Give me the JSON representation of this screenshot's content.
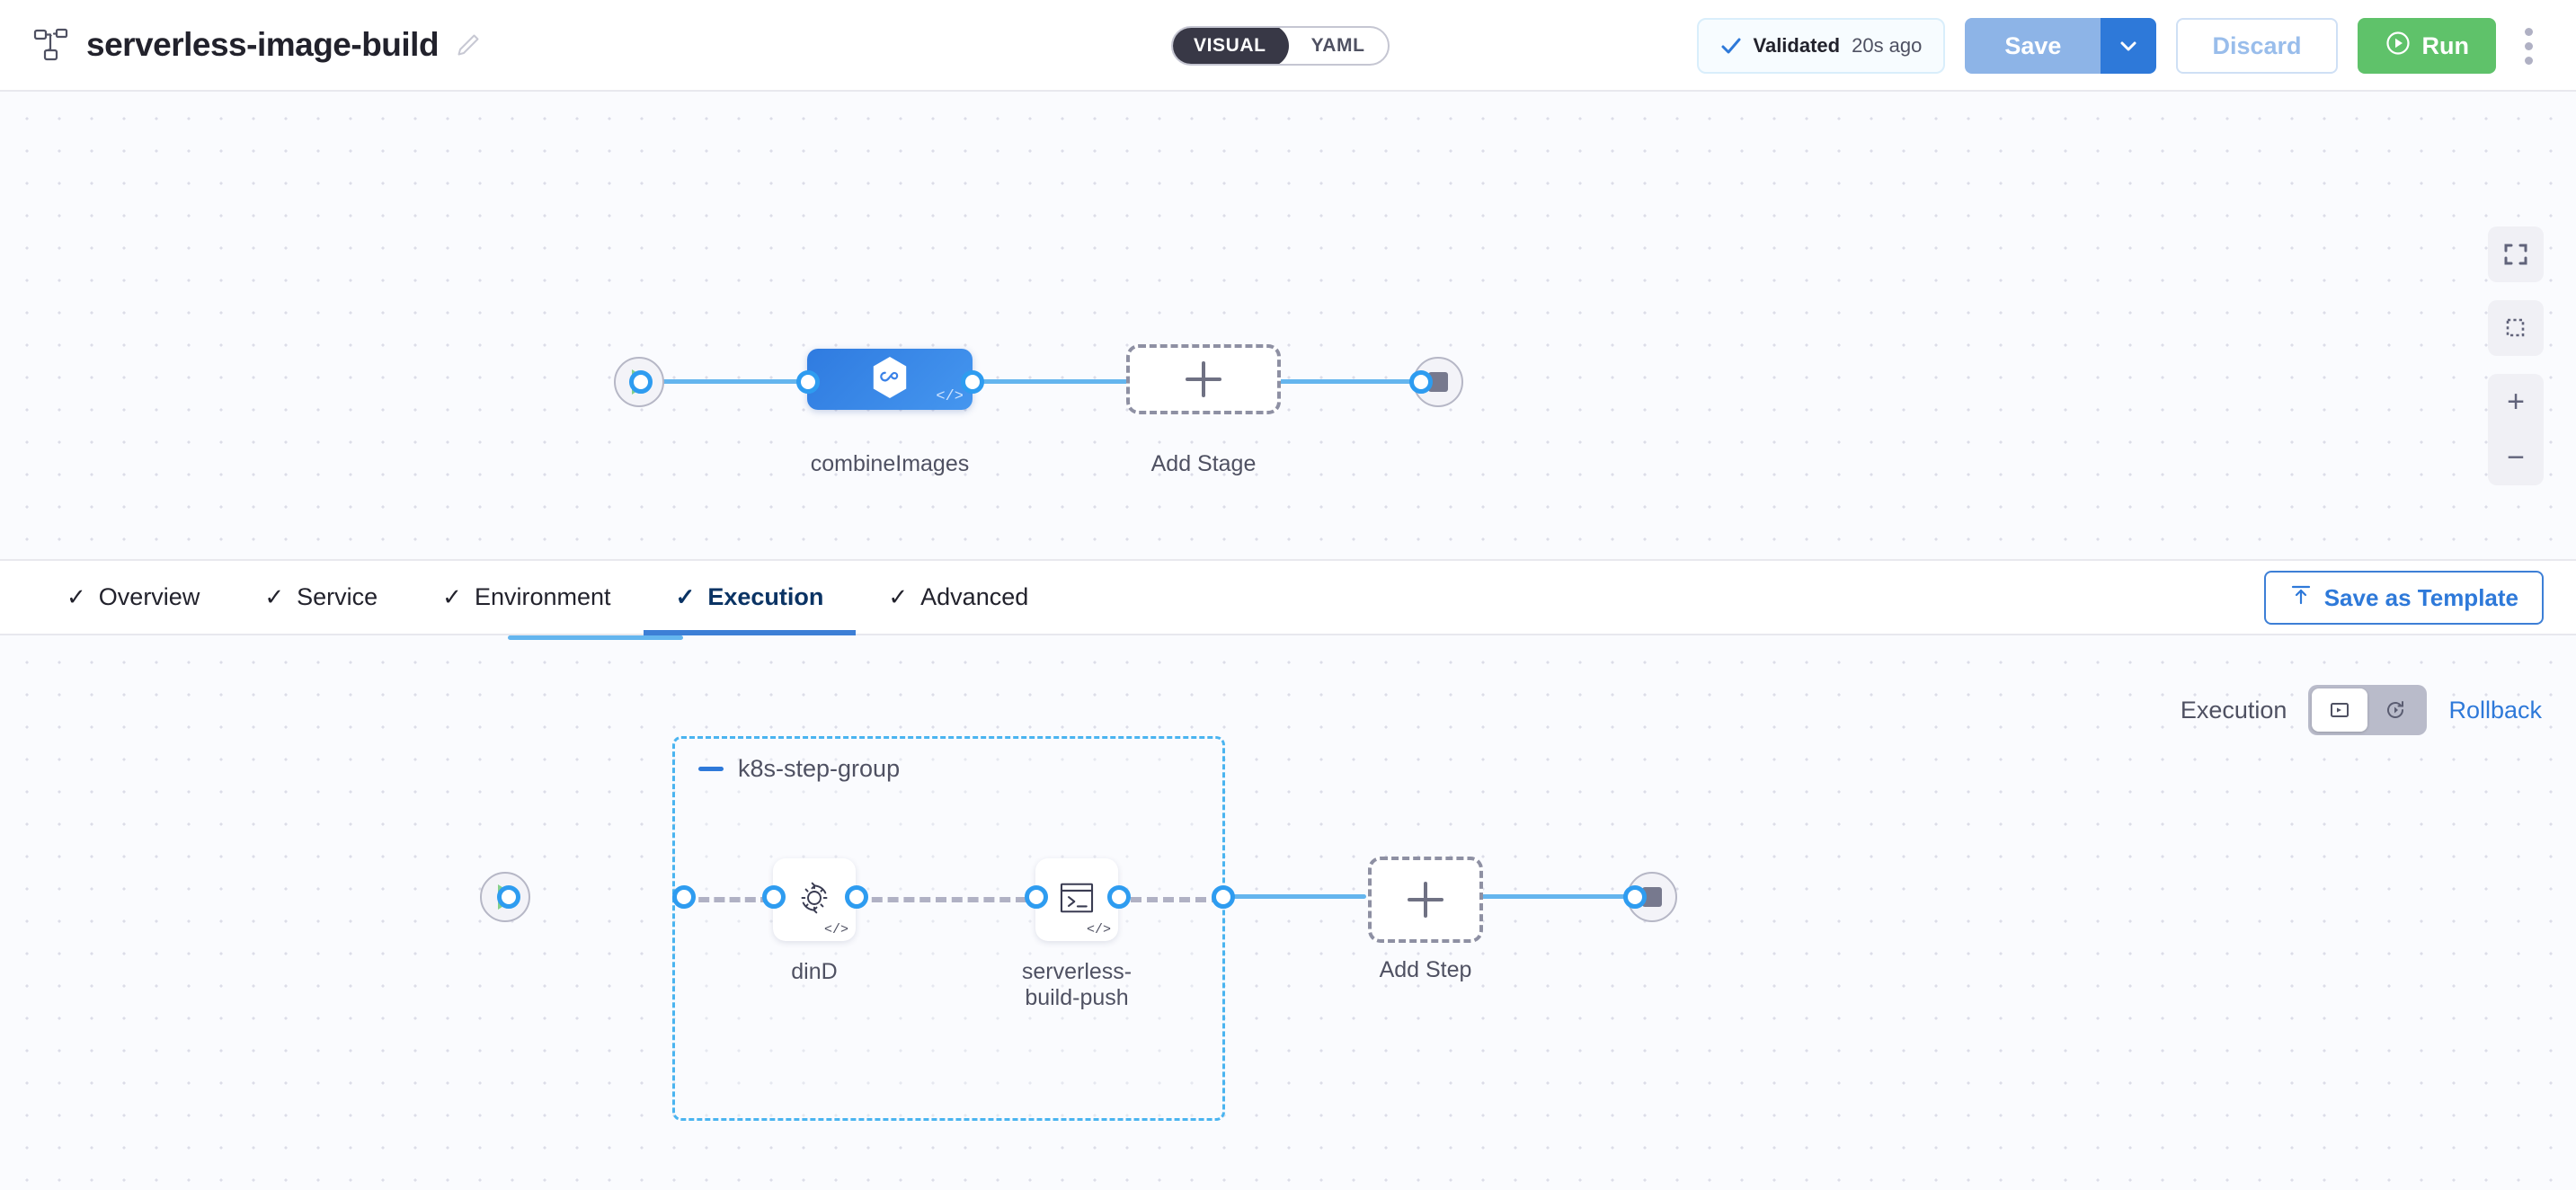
{
  "header": {
    "pipeline_icon": "pipeline-nodes-icon",
    "title": "serverless-image-build",
    "edit_icon": "pencil-icon",
    "mode_toggle": {
      "options": [
        "VISUAL",
        "YAML"
      ],
      "selected": "VISUAL"
    },
    "validated": {
      "icon": "check-icon",
      "label": "Validated",
      "time": "20s ago"
    },
    "save_label": "Save",
    "save_caret_icon": "chevron-down-icon",
    "discard_label": "Discard",
    "run_label": "Run",
    "run_icon": "play-circle-icon",
    "more_icon": "kebab-menu-icon",
    "colors": {
      "save_bg": "#8db4e7",
      "save_caret_bg": "#2e79d9",
      "run_bg": "#5fc26a",
      "discard_text": "#99bdeb",
      "toggle_active_bg": "#383846"
    }
  },
  "stage_canvas": {
    "start_node": {
      "icon": "play-icon",
      "name": "pipeline-start"
    },
    "end_node": {
      "icon": "stop-icon",
      "name": "pipeline-end"
    },
    "stages": [
      {
        "label": "combineImages",
        "icon": "harness-ci-hexagon-icon",
        "code_badge": "</>",
        "selected": true
      }
    ],
    "add_stage": {
      "label": "Add Stage",
      "icon": "plus-icon"
    },
    "controls": [
      {
        "name": "fit-to-screen-button",
        "icon": "expand-icon"
      },
      {
        "name": "zoom-to-selection-button",
        "icon": "marquee-select-icon"
      },
      {
        "name": "zoom-in-button",
        "icon": "plus-icon"
      },
      {
        "name": "zoom-out-button",
        "icon": "minus-icon"
      }
    ]
  },
  "tabbar": {
    "tabs": [
      {
        "label": "Overview",
        "checked": true,
        "active": false
      },
      {
        "label": "Service",
        "checked": true,
        "active": false
      },
      {
        "label": "Environment",
        "checked": true,
        "active": false
      },
      {
        "label": "Execution",
        "checked": true,
        "active": true
      },
      {
        "label": "Advanced",
        "checked": true,
        "active": false
      }
    ],
    "check_glyph": "✓",
    "save_as_template": {
      "label": "Save as Template",
      "icon": "template-upload-icon"
    }
  },
  "exec_toolbar": {
    "label": "Execution",
    "toggle": [
      {
        "name": "execution-mode-button",
        "icon": "execution-steps-icon",
        "active": true
      },
      {
        "name": "rollback-mode-button",
        "icon": "rollback-clock-icon",
        "active": false
      }
    ],
    "rollback_label": "Rollback"
  },
  "step_canvas": {
    "start_node": {
      "icon": "play-icon",
      "name": "execution-start"
    },
    "end_node": {
      "icon": "stop-icon",
      "name": "execution-end"
    },
    "step_group": {
      "title": "k8s-step-group",
      "collapse_icon": "minus-icon",
      "steps": [
        {
          "label": "dinD",
          "icon": "gear-rotate-icon",
          "code_badge": "</>"
        },
        {
          "label": "serverless-\nbuild-push",
          "icon": "terminal-icon",
          "code_badge": "</>"
        }
      ]
    },
    "add_step": {
      "label": "Add Step",
      "icon": "plus-icon"
    }
  }
}
